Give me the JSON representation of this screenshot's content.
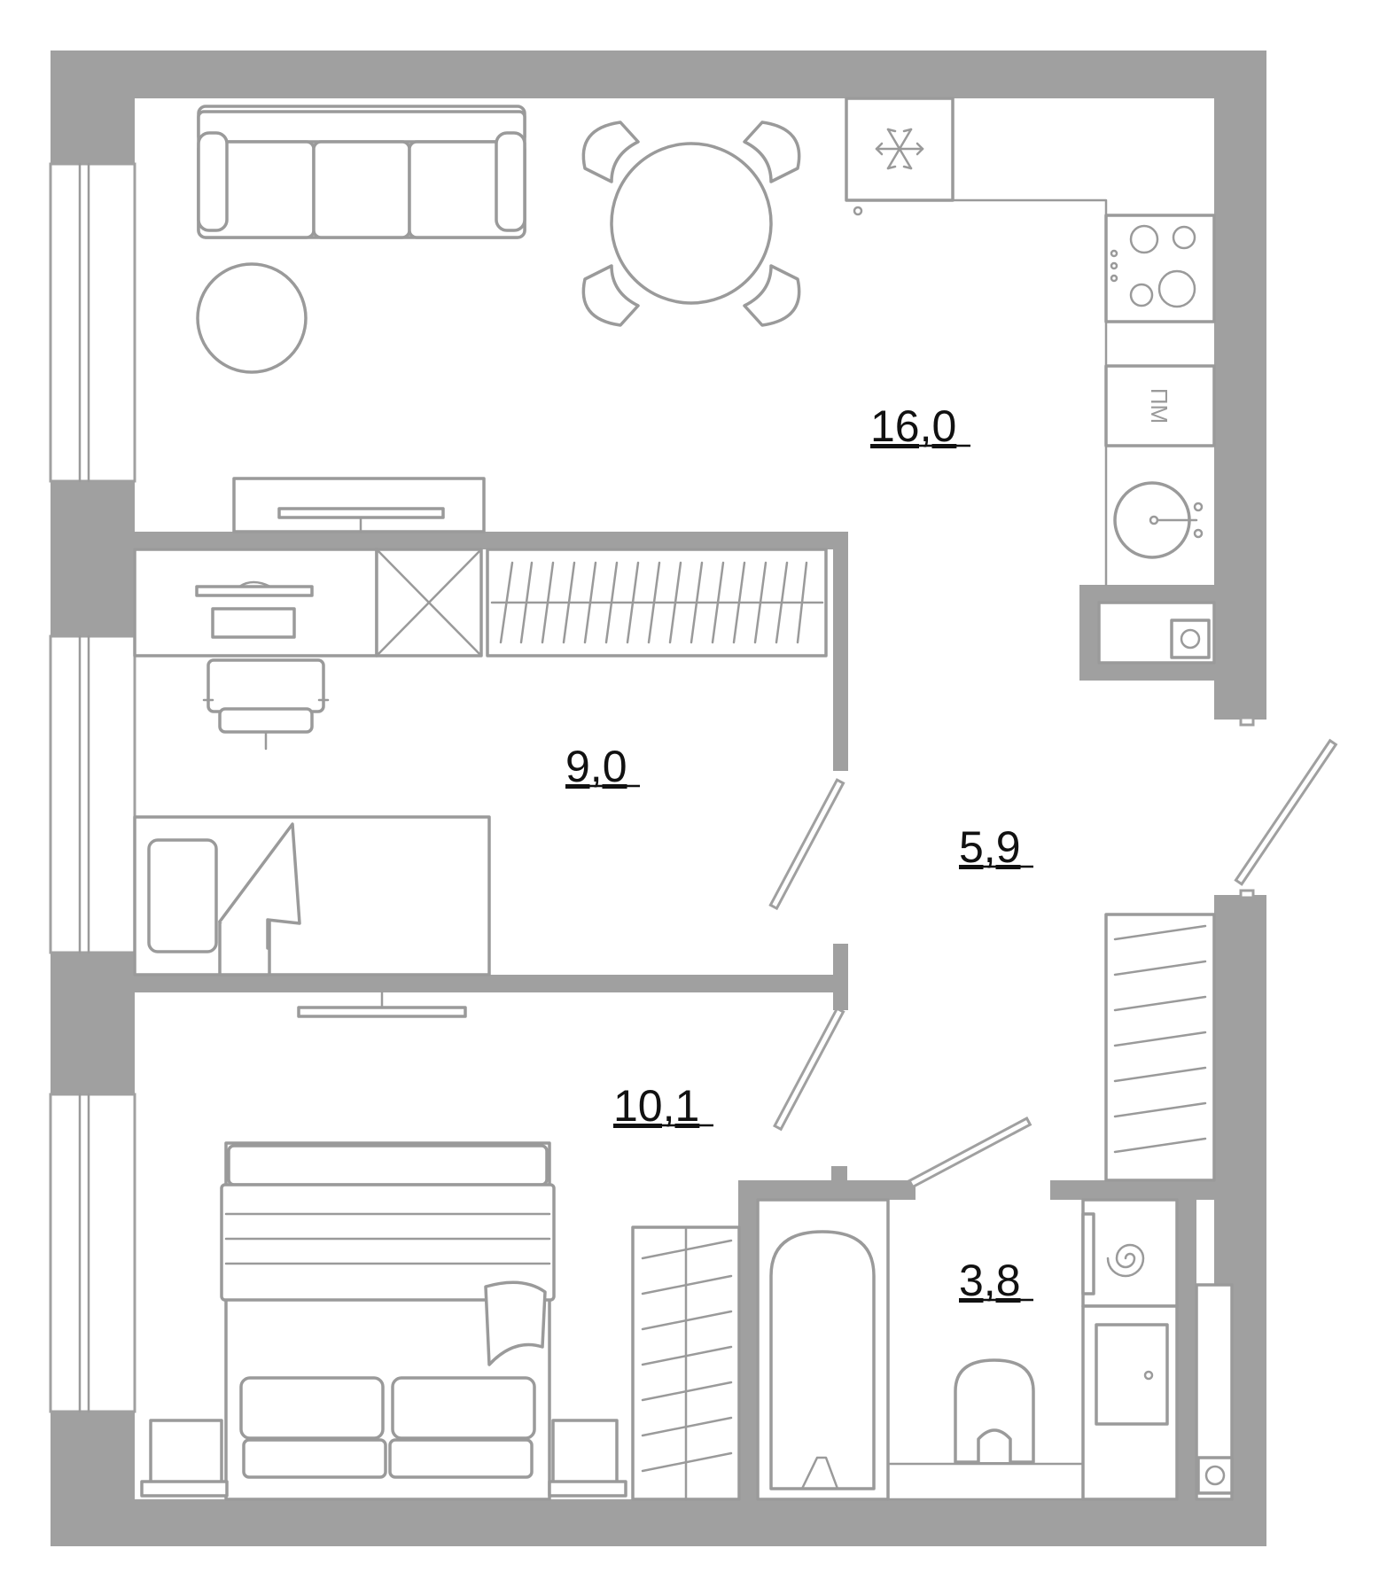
{
  "plan": {
    "rooms": [
      {
        "id": "living-kitchen",
        "area": "16,0"
      },
      {
        "id": "bedroom-small",
        "area": "9,0"
      },
      {
        "id": "hallway",
        "area": "5,9"
      },
      {
        "id": "bedroom-large",
        "area": "10,1"
      },
      {
        "id": "bathroom",
        "area": "3,8"
      }
    ],
    "appliances": {
      "dishwasher_label": "ПМ",
      "freezer_icon": "snowflake-icon"
    },
    "colors": {
      "walls": "#a0a0a0",
      "furniture": "#9a9a9a",
      "background": "#ffffff",
      "text": "#111111"
    }
  }
}
